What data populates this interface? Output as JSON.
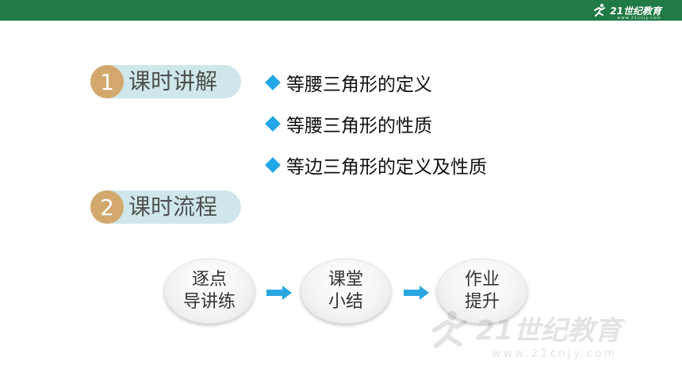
{
  "header": {
    "brand_text": "21世纪教育",
    "brand_sub": "www.21cnjy.com"
  },
  "sections": [
    {
      "number": "1",
      "title": "课时讲解"
    },
    {
      "number": "2",
      "title": "课时流程"
    }
  ],
  "bullets": [
    "等腰三角形的定义",
    "等腰三角形的性质",
    "等边三角形的定义及性质"
  ],
  "flow": [
    {
      "label": "逐点\n导讲练"
    },
    {
      "label": "课堂\n小结"
    },
    {
      "label": "作业\n提升"
    }
  ],
  "watermark": {
    "text": "21世纪教育",
    "sub": "www.21cnjy.com"
  },
  "colors": {
    "topbar": "#1f7a45",
    "section_pill": "#cfe7ea",
    "section_badge": "#d2a86d",
    "bullet_diamond": "#21a6e8",
    "arrow": "#2aa6e0"
  }
}
